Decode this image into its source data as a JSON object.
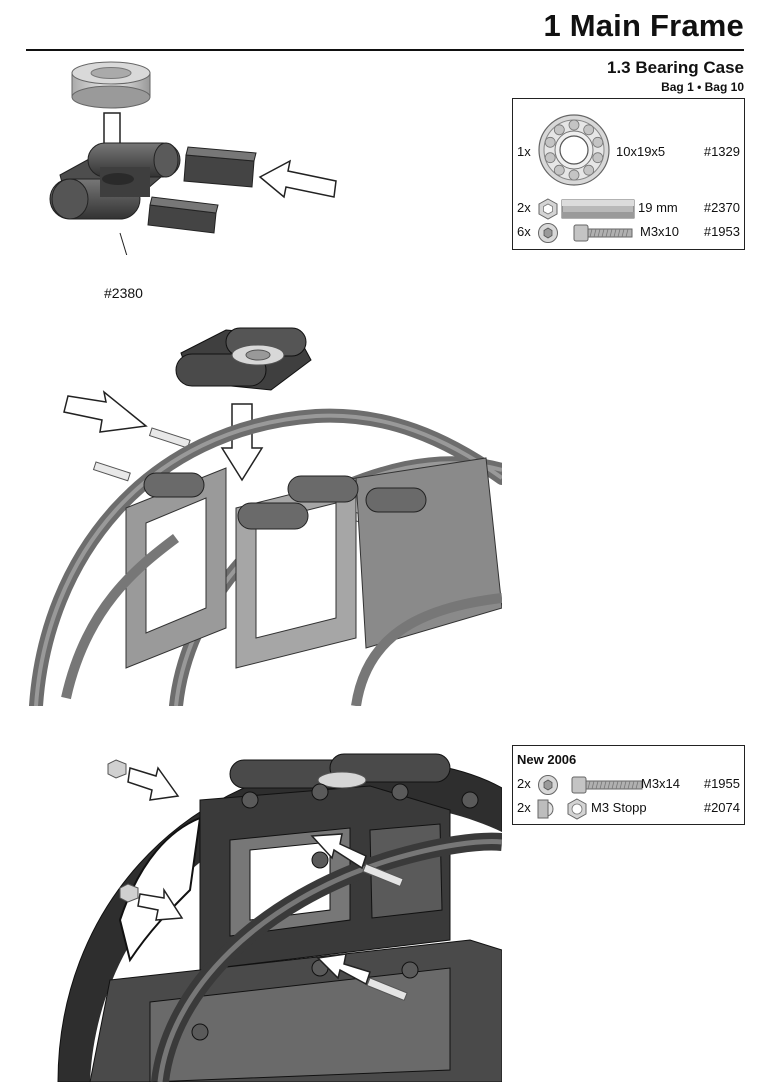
{
  "header": {
    "title": "1 Main Frame",
    "section": "1.3 Bearing Case",
    "bags": "Bag 1 • Bag 10"
  },
  "parts_box_1": {
    "rows": [
      {
        "qty": "1x",
        "icon": "ball-bearing-icon",
        "size": "10x19x5",
        "part_no": "#1329"
      },
      {
        "qty": "2x",
        "icon": "hex-spacer-icon",
        "size": "19 mm",
        "part_no": "#2370"
      },
      {
        "qty": "6x",
        "icon": "socket-head-screw-icon",
        "size": "M3x10",
        "part_no": "#1953"
      }
    ]
  },
  "callout_bearing_case": "#2380",
  "parts_box_2": {
    "heading": "New 2006",
    "rows": [
      {
        "qty": "2x",
        "icon": "socket-head-screw-icon",
        "size": "M3x14",
        "part_no": "#1955"
      },
      {
        "qty": "2x",
        "icon": "stop-nut-icon",
        "size": "M3 Stopp",
        "part_no": "#2074"
      }
    ]
  },
  "colors": {
    "ink": "#111111",
    "part_dark": "#4a4a4a",
    "part_mid": "#8a8a8a",
    "part_light": "#cfcfcf"
  }
}
